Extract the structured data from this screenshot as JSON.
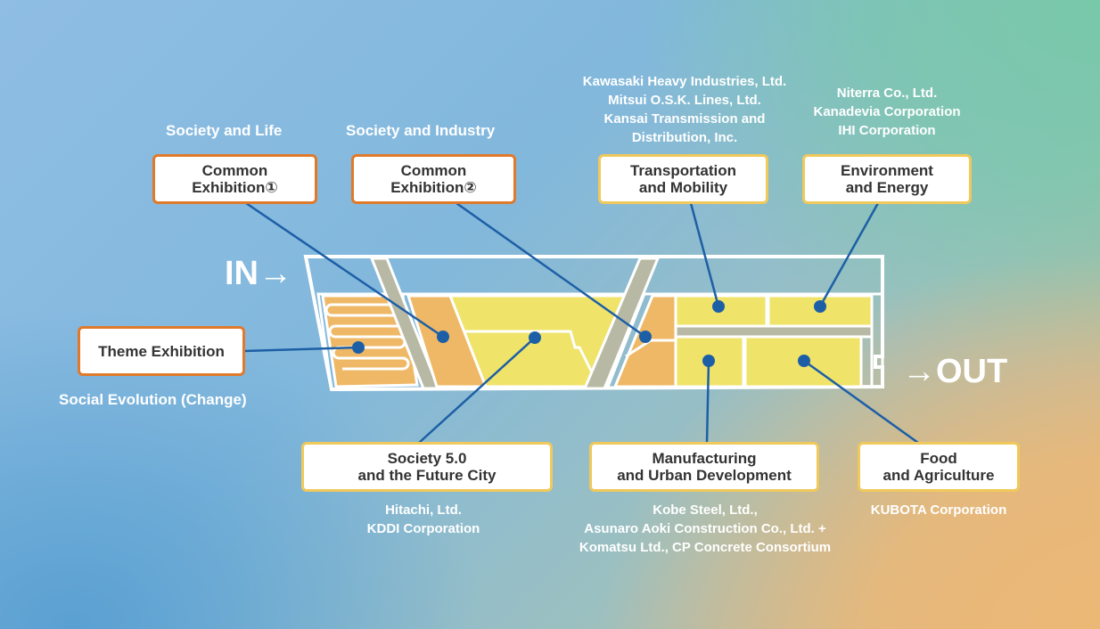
{
  "diagram": {
    "in_label": "IN→",
    "out_label": "→OUT",
    "zones": [
      {
        "name": "Common\nExhibition①",
        "caption": "Society and Life",
        "style": "orange"
      },
      {
        "name": "Common\nExhibition②",
        "caption": "Society and Industry",
        "style": "orange"
      },
      {
        "name": "Transportation\nand Mobility",
        "sponsors": [
          "Kawasaki Heavy Industries, Ltd.",
          "Mitsui O.S.K. Lines, Ltd.",
          "Kansai Transmission and",
          "Distribution, Inc."
        ],
        "style": "yellow"
      },
      {
        "name": "Environment\nand Energy",
        "sponsors": [
          "Niterra Co., Ltd.",
          "Kanadevia Corporation",
          "IHI Corporation"
        ],
        "style": "yellow"
      },
      {
        "name": "Theme Exhibition",
        "caption": "Social Evolution (Change)",
        "style": "orange"
      },
      {
        "name": "Society 5.0\nand the Future City",
        "sponsors": [
          "Hitachi, Ltd.",
          "KDDI Corporation"
        ],
        "style": "yellow"
      },
      {
        "name": "Manufacturing\nand Urban Development",
        "sponsors": [
          "Kobe Steel, Ltd.,",
          "Asunaro Aoki Construction Co., Ltd. +",
          "Komatsu Ltd., CP Concrete Consortium"
        ],
        "style": "yellow"
      },
      {
        "name": "Food\nand Agriculture",
        "sponsors": [
          "KUBOTA Corporation"
        ],
        "style": "yellow"
      }
    ],
    "colors": {
      "orange_zone": "#efb866",
      "yellow_zone": "#efe36a",
      "corridor": "#b8b9a5",
      "outline": "#ffffff",
      "connector": "#1d5fa6",
      "orange_border": "#e07a2a",
      "yellow_border": "#f0c95c"
    }
  }
}
